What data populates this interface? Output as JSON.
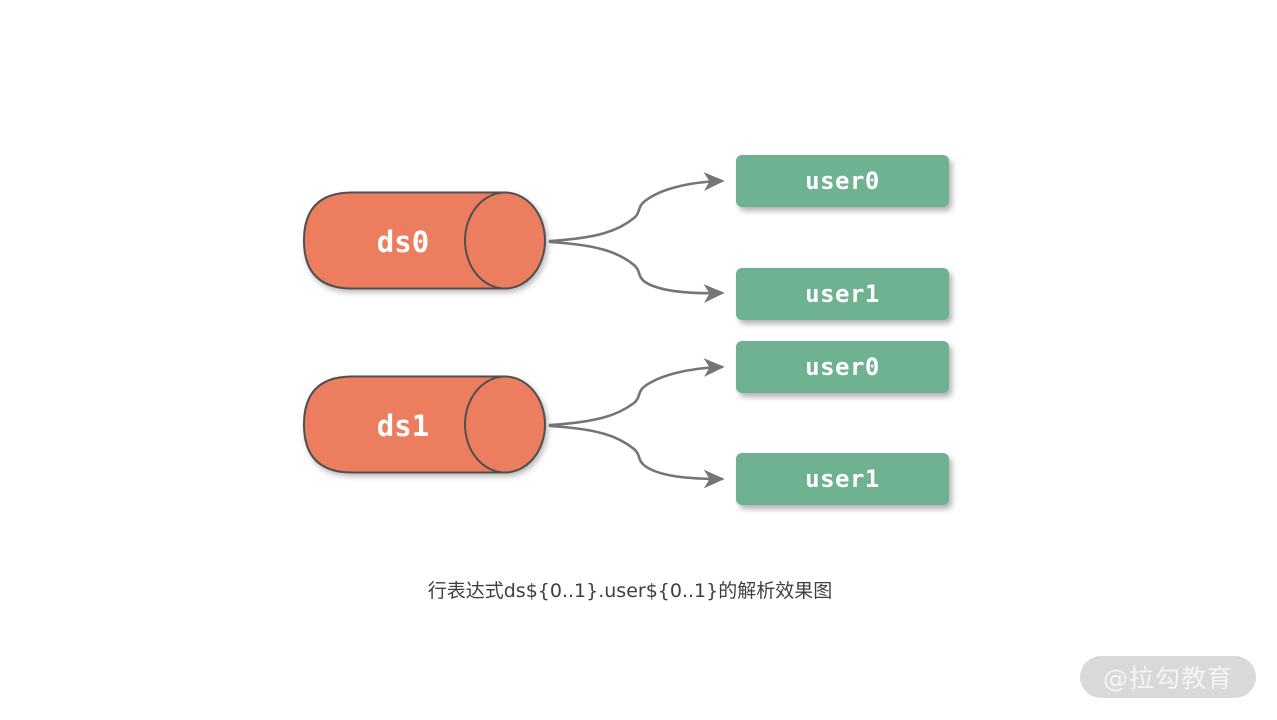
{
  "diagram": {
    "caption": "行表达式ds${0..1}.user${0..1}的解析效果图",
    "watermark": "@拉勾教育",
    "colors": {
      "datasource_fill": "#ED7D5F",
      "table_fill": "#6FB292",
      "outline": "#4f4f4f",
      "arrow": "#757575",
      "caption_text": "#3f3f3f",
      "watermark_bg": "#d9d9d9",
      "watermark_text": "#f5f5f5"
    },
    "datasources": [
      {
        "label": "ds0"
      },
      {
        "label": "ds1"
      }
    ],
    "tables": [
      {
        "label": "user0"
      },
      {
        "label": "user1"
      },
      {
        "label": "user0"
      },
      {
        "label": "user1"
      }
    ],
    "edges": [
      {
        "from": "ds0",
        "to": "user0"
      },
      {
        "from": "ds0",
        "to": "user1"
      },
      {
        "from": "ds1",
        "to": "user0"
      },
      {
        "from": "ds1",
        "to": "user1"
      }
    ]
  }
}
